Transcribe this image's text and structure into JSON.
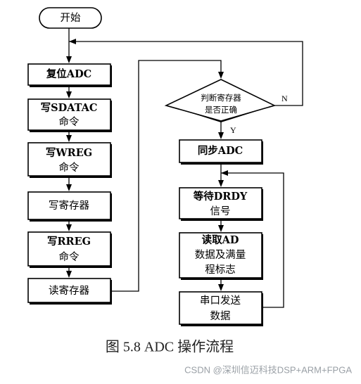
{
  "flowchart": {
    "start": "开始",
    "reset_adc": "复位ADC",
    "write_sdatac": [
      "写SDATAC",
      "命令"
    ],
    "write_wreg": [
      "写WREG",
      "命令"
    ],
    "write_register": "写寄存器",
    "write_rreg": [
      "写RREG",
      "命令"
    ],
    "read_register": "读寄存器",
    "decision": [
      "判断寄存器",
      "是否正确"
    ],
    "decision_no": "N",
    "decision_yes": "Y",
    "sync_adc": "同步ADC",
    "wait_drdy": [
      "等待DRDY",
      "信号"
    ],
    "read_ad": [
      "读取AD",
      "数据及满量",
      "程标志"
    ],
    "serial_send": [
      "串口发送",
      "数据"
    ]
  },
  "caption": "图 5.8 ADC 操作流程",
  "watermark": "CSDN @深圳信迈科技DSP+ARM+FPGA"
}
